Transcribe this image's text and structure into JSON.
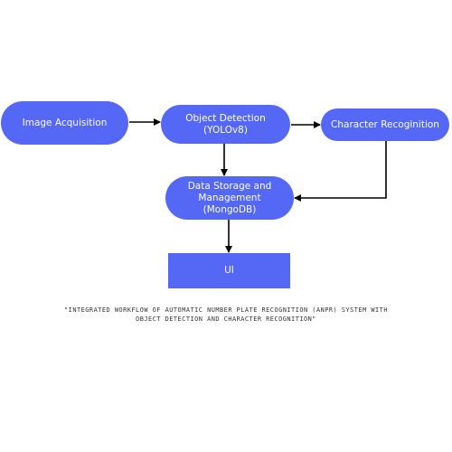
{
  "diagram": {
    "nodes": {
      "image_acquisition": "Image Acquisition",
      "object_detection": "Object Detection\n(YOLOv8)",
      "character_recognition": "Character Recoginition",
      "data_storage": "Data Storage and\nManagement\n(MongoDB)",
      "ui": "UI"
    },
    "edges": [
      {
        "from": "image_acquisition",
        "to": "object_detection"
      },
      {
        "from": "object_detection",
        "to": "character_recognition"
      },
      {
        "from": "object_detection",
        "to": "data_storage"
      },
      {
        "from": "character_recognition",
        "to": "data_storage"
      },
      {
        "from": "data_storage",
        "to": "ui"
      }
    ],
    "colors": {
      "node_fill": "#5468f5",
      "node_text": "#ffffff",
      "arrow": "#000000"
    }
  },
  "caption": "\"INTEGRATED WORKFLOW OF AUTOMATIC NUMBER PLATE RECOGNITION (ANPR) SYSTEM WITH\nOBJECT DETECTION AND CHARACTER RECOGNITION\""
}
